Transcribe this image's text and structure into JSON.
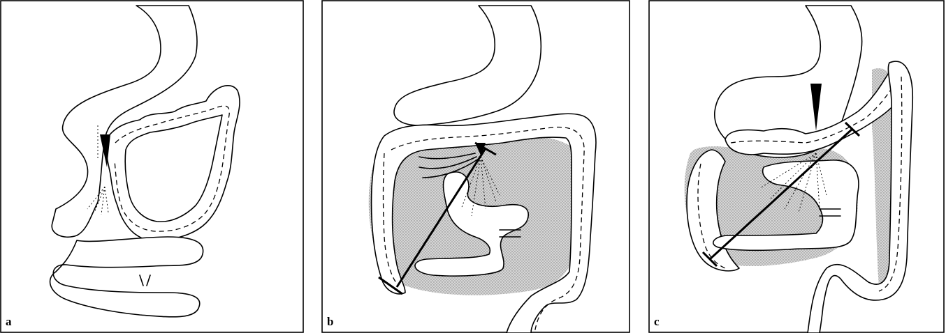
{
  "panels": [
    {
      "label": "a"
    },
    {
      "label": "b"
    },
    {
      "label": "c"
    }
  ],
  "colors": {
    "stroke": "#000000",
    "shading": "#bdbdbd",
    "background": "#ffffff"
  }
}
